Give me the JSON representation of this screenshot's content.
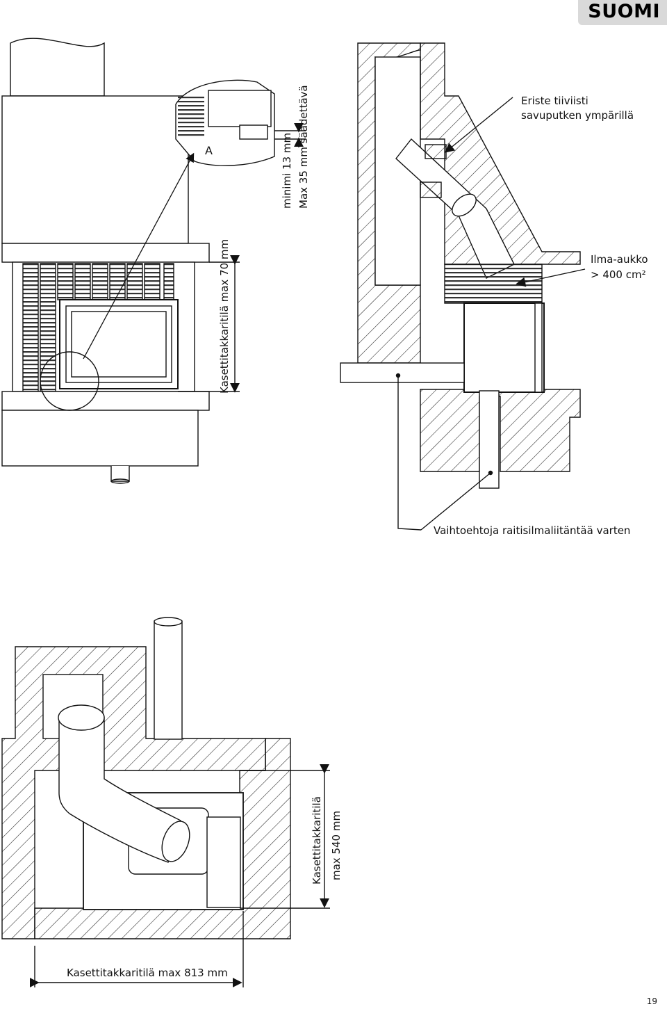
{
  "header": {
    "language": "SUOMI"
  },
  "labels": {
    "detail_letter": "A",
    "min_gap": "minimi 13 mm",
    "max_adjust": "Max 35 mm säädettävä",
    "cassette_space_front": "Kasettitakkaritilä max 70 mm",
    "insulation_line1": "Eriste tiiviisti",
    "insulation_line2": "savuputken ympärillä",
    "air_opening_line1": "Ilma-aukko",
    "air_opening_line2": "> 400 cm²",
    "air_options": "Vaihtoehtoja raitisilmaliitäntää varten",
    "cassette_space_side_line1": "Kasettitakkaritilä",
    "cassette_space_side_line2": "max 540 mm",
    "cassette_space_width": "Kasettitakkaritilä max  813 mm"
  },
  "page_number": "19"
}
